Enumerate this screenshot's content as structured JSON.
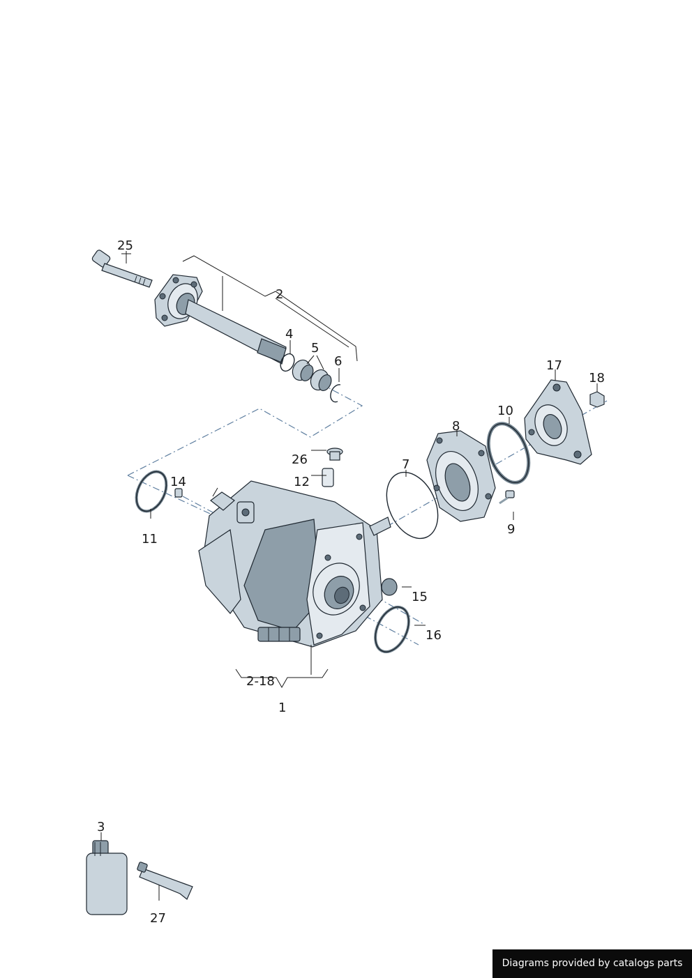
{
  "diagram": {
    "callouts": {
      "c1": "1",
      "c2": "2",
      "c2_18": "2-18",
      "c3": "3",
      "c4": "4",
      "c5": "5",
      "c6": "6",
      "c7": "7",
      "c8": "8",
      "c9": "9",
      "c10": "10",
      "c11": "11",
      "c12": "12",
      "c14": "14",
      "c15": "15",
      "c16": "16",
      "c17": "17",
      "c18": "18",
      "c25": "25",
      "c26": "26",
      "c27": "27"
    }
  },
  "footer": {
    "credit": "Diagrams provided by catalogs parts",
    "background": "#0b0b0b",
    "color": "#ffffff"
  },
  "palette": {
    "steel": "#c9d4dc",
    "steel_dark": "#8e9ea9",
    "axis_line": "#5f7fa0"
  }
}
